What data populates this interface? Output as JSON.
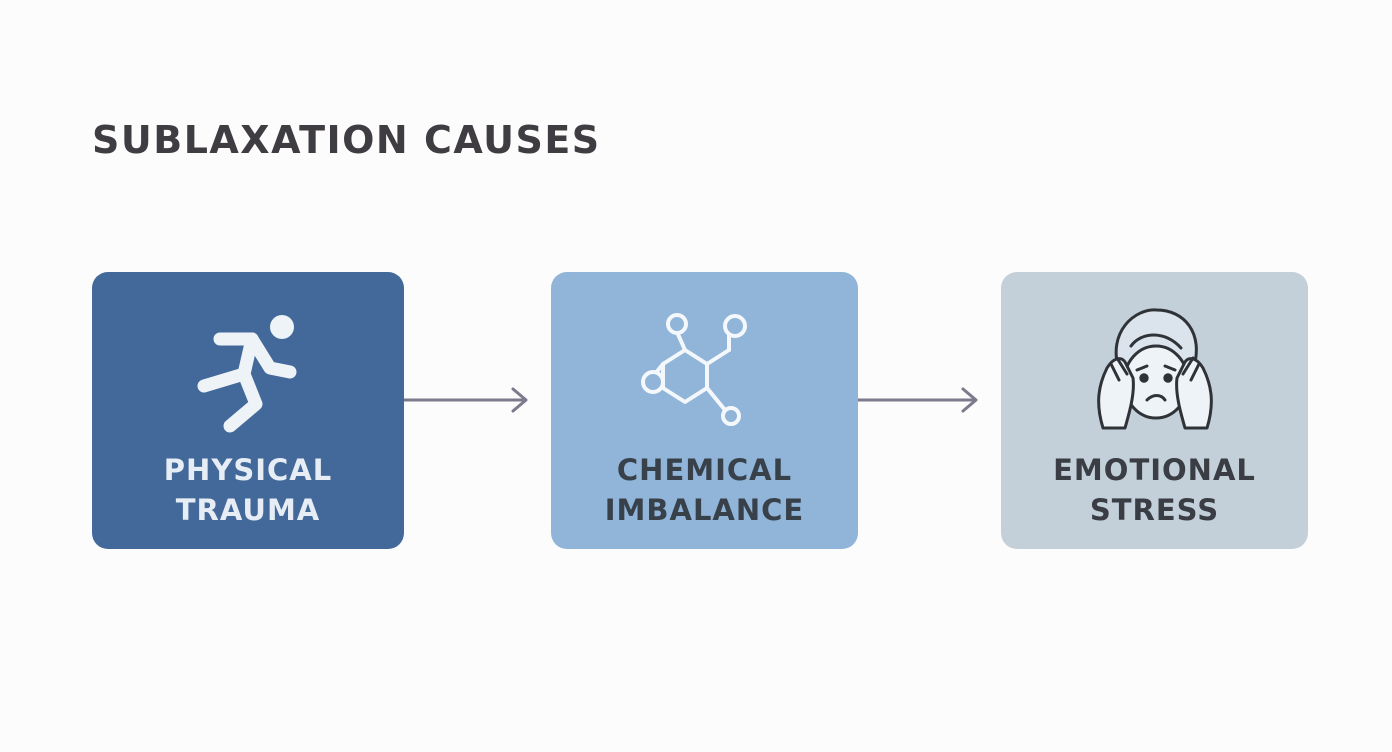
{
  "title": "SUBLAXATION CAUSES",
  "colors": {
    "card_physical": "#43699a",
    "card_chemical": "#90b5d8",
    "card_emotional": "#c3d0da",
    "arrow": "#7c7a8c",
    "title_text": "#3f3d41"
  },
  "steps": [
    {
      "line1": "PHYSICAL",
      "line2": "TRAUMA",
      "icon": "falling-person-icon"
    },
    {
      "line1": "CHEMICAL",
      "line2": "IMBALANCE",
      "icon": "molecule-icon"
    },
    {
      "line1": "EMOTIONAL",
      "line2": "STRESS",
      "icon": "stressed-face-icon"
    }
  ]
}
